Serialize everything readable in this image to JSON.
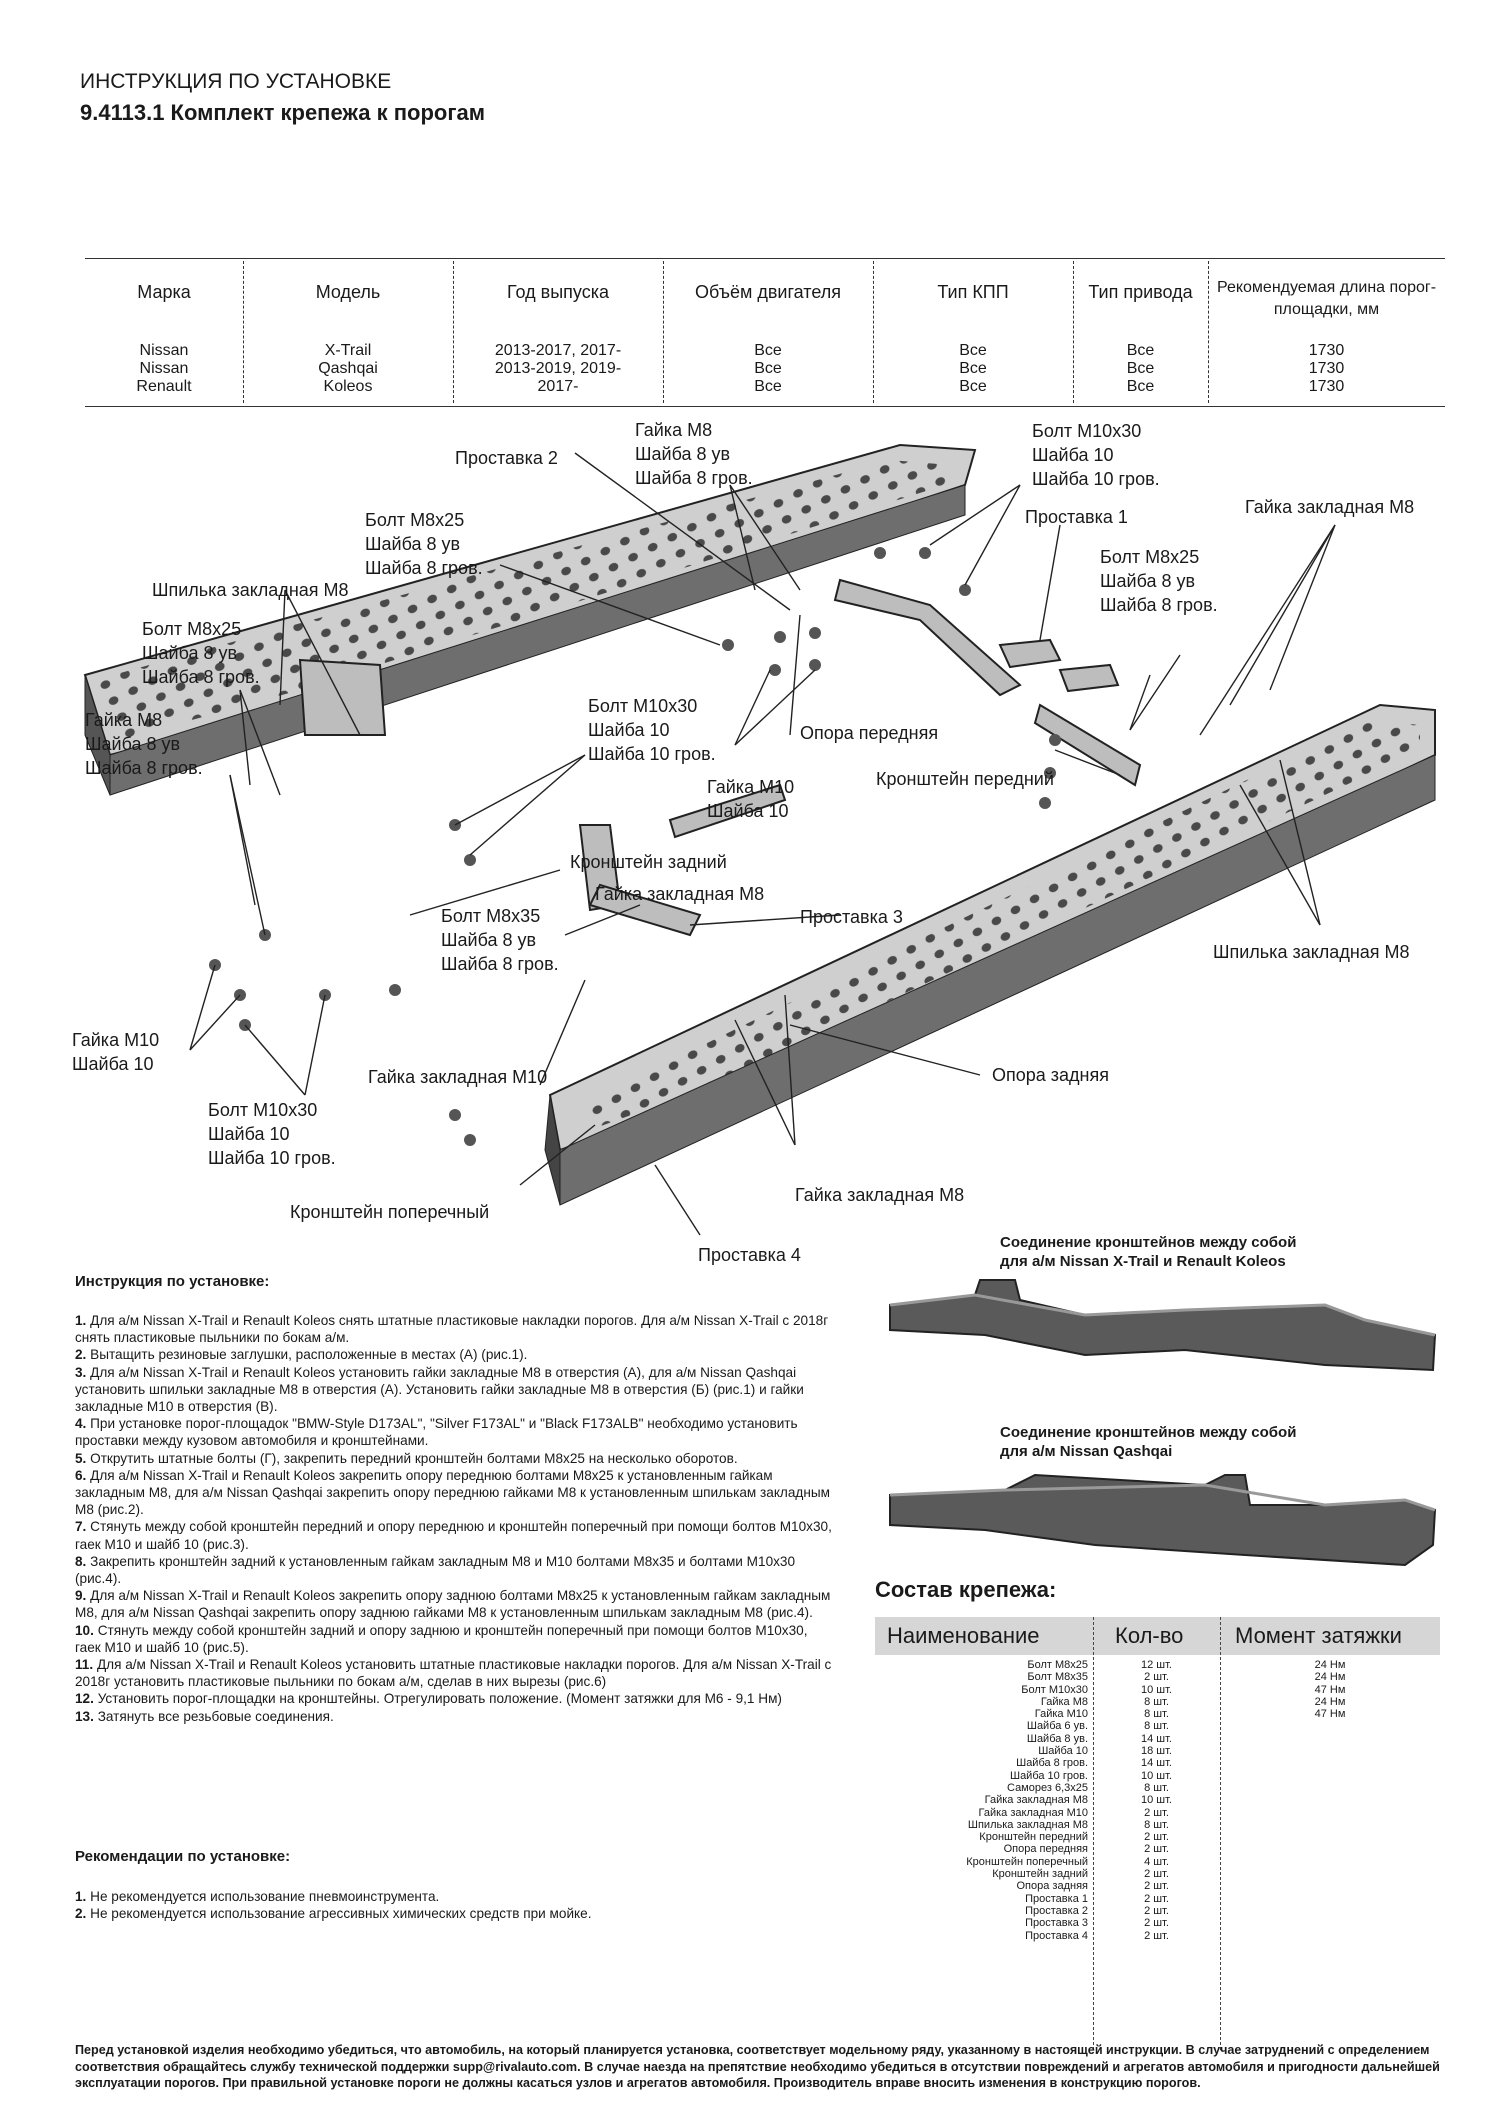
{
  "header": {
    "title": "ИНСТРУКЦИЯ ПО УСТАНОВКЕ",
    "subtitle": "9.4113.1 Комплект крепежа к порогам"
  },
  "models_table": {
    "headers": [
      "Марка",
      "Модель",
      "Год выпуска",
      "Объём двигателя",
      "Тип КПП",
      "Тип привода",
      "Рекомендуемая длина порог-площадки, мм"
    ],
    "rows": [
      [
        "Nissan",
        "X-Trail",
        "2013-2017, 2017-",
        "Все",
        "Все",
        "Все",
        "1730"
      ],
      [
        "Nissan",
        "Qashqai",
        "2013-2019, 2019-",
        "Все",
        "Все",
        "Все",
        "1730"
      ],
      [
        "Renault",
        "Koleos",
        "2017-",
        "Все",
        "Все",
        "Все",
        "1730"
      ]
    ]
  },
  "diagram_labels": {
    "prostavka2": "Проставка 2",
    "gaika_m8_top": "Гайка М8\nШайба 8 ув\nШайба 8 гров.",
    "bolt_m10x30_top": "Болт М10х30\nШайба 10\nШайба 10 гров.",
    "prostavka1": "Проставка 1",
    "gaika_zakl_m8_right": "Гайка закладная М8",
    "bolt_m8x25_top": "Болт М8х25\nШайба 8 ув\nШайба 8 гров.",
    "shpilka_zakl_left": "Шпилька закладная М8",
    "bolt_m8x25_right": "Болт М8х25\nШайба 8 ув\nШайба 8 гров.",
    "bolt_m8x25_left": "Болт М8х25\nШайба 8 ув\nШайба 8 гров.",
    "bolt_m10x30_mid": "Болт М10х30\nШайба 10\nШайба 10 гров.",
    "opora_perednyaya": "Опора передняя",
    "gaika_m8_left": "Гайка М8\nШайба 8 ув\nШайба 8 гров.",
    "gaika_m10_mid": "Гайка М10\nШайба 10",
    "kronshtein_peredniy": "Кронштейн передний",
    "kronshtein_zadniy": "Кронштейн задний",
    "gaika_zakl_m8_mid": "Гайка закладная М8",
    "prostavka3": "Проставка 3",
    "bolt_m8x35": "Болт М8х35\nШайба 8 ув\nШайба 8 гров.",
    "shpilka_zakl_right": "Шпилька закладная М8",
    "gaika_m10_left": "Гайка М10\nШайба 10",
    "gaika_zakl_m10": "Гайка закладная М10",
    "opora_zadnyaya": "Опора задняя",
    "bolt_m10x30_bottom": "Болт М10х30\nШайба 10\nШайба 10 гров.",
    "gaika_zakl_m8_bottom": "Гайка закладная М8",
    "kronshtein_poperechny": "Кронштейн поперечный",
    "prostavka4": "Проставка 4"
  },
  "connection": {
    "xtrail_koleos": "Соединение кронштейнов между собой\nдля а/м Nissan X-Trail и Renault Koleos",
    "qashqai": "Соединение кронштейнов между собой\nдля а/м Nissan Qashqai"
  },
  "instructions": {
    "title": "Инструкция по установке:",
    "steps": [
      {
        "n": "1.",
        "t": "Для а/м Nissan X-Trail и Renault Koleos снять штатные пластиковые накладки порогов. Для а/м Nissan X-Trail с 2018г снять пластиковые пыльники по бокам а/м."
      },
      {
        "n": "2.",
        "t": "Вытащить резиновые заглушки, расположенные в местах (А) (рис.1)."
      },
      {
        "n": "3.",
        "t": "Для а/м Nissan X-Trail и Renault Koleos установить гайки закладные М8 в отверстия (А), для а/м Nissan Qashqai установить шпильки закладные М8 в отверстия (А). Установить гайки закладные М8 в отверстия (Б) (рис.1) и гайки закладные М10 в отверстия (В)."
      },
      {
        "n": "4.",
        "t": "При установке порог-площадок \"BMW-Style D173AL\", \"Silver F173AL\" и \"Black F173ALB\" необходимо установить проставки между кузовом автомобиля и кронштейнами."
      },
      {
        "n": "5.",
        "t": "Открутить штатные болты (Г), закрепить передний кронштейн болтами М8х25 на несколько оборотов."
      },
      {
        "n": "6.",
        "t": "Для а/м Nissan X-Trail и Renault Koleos закрепить опору переднюю болтами М8х25 к установленным гайкам закладным М8, для а/м Nissan Qashqai закрепить опору переднюю гайками М8 к установленным шпилькам закладным М8 (рис.2)."
      },
      {
        "n": "7.",
        "t": "Стянуть между собой кронштейн передний и опору переднюю и кронштейн поперечный при помощи болтов М10х30, гаек М10 и шайб 10 (рис.3)."
      },
      {
        "n": "8.",
        "t": "Закрепить кронштейн задний к установленным гайкам закладным М8 и М10 болтами М8х35 и болтами М10х30 (рис.4)."
      },
      {
        "n": "9.",
        "t": "Для а/м Nissan X-Trail и Renault Koleos закрепить опору заднюю болтами М8х25 к установленным гайкам закладным М8, для а/м Nissan Qashqai закрепить опору заднюю гайками М8 к установленным шпилькам закладным М8 (рис.4)."
      },
      {
        "n": "10.",
        "t": "Стянуть между собой кронштейн задний и опору заднюю и кронштейн поперечный при помощи болтов М10х30, гаек М10 и шайб 10 (рис.5)."
      },
      {
        "n": "11.",
        "t": "Для а/м Nissan X-Trail и Renault Koleos установить штатные пластиковые накладки порогов. Для а/м Nissan X-Trail с 2018г установить пластиковые пыльники по бокам а/м, сделав в них вырезы (рис.6)"
      },
      {
        "n": "12.",
        "t": "Установить порог-площадки на кронштейны. Отрегулировать положение. (Момент затяжки для М6 - 9,1 Нм)"
      },
      {
        "n": "13.",
        "t": "Затянуть все резьбовые соединения."
      }
    ]
  },
  "recommendations": {
    "title": "Рекомендации по установке:",
    "items": [
      {
        "n": "1.",
        "t": "Не рекомендуется использование пневмоинструмента."
      },
      {
        "n": "2.",
        "t": "Не рекомендуется использование агрессивных химических средств при мойке."
      }
    ]
  },
  "fasteners": {
    "title": "Состав крепежа:",
    "headers": [
      "Наименование",
      "Кол-во",
      "Момент затяжки"
    ],
    "rows": [
      [
        "Болт М8х25",
        "12 шт.",
        "24 Нм"
      ],
      [
        "Болт М8х35",
        "2 шт.",
        "24 Нм"
      ],
      [
        "Болт М10х30",
        "10 шт.",
        "47 Нм"
      ],
      [
        "Гайка М8",
        "8 шт.",
        "24 Нм"
      ],
      [
        "Гайка М10",
        "8 шт.",
        "47 Нм"
      ],
      [
        "Шайба 6 ув.",
        "8 шт.",
        ""
      ],
      [
        "Шайба 8 ув.",
        "14 шт.",
        ""
      ],
      [
        "Шайба 10",
        "18 шт.",
        ""
      ],
      [
        "Шайба 8 гров.",
        "14 шт.",
        ""
      ],
      [
        "Шайба 10 гров.",
        "10 шт.",
        ""
      ],
      [
        "Саморез 6,3х25",
        "8 шт.",
        ""
      ],
      [
        "Гайка закладная М8",
        "10 шт.",
        ""
      ],
      [
        "Гайка закладная М10",
        "2 шт.",
        ""
      ],
      [
        "Шпилька закладная М8",
        "8 шт.",
        ""
      ],
      [
        "Кронштейн передний",
        "2 шт.",
        ""
      ],
      [
        "Опора передняя",
        "2 шт.",
        ""
      ],
      [
        "Кронштейн поперечный",
        "4 шт.",
        ""
      ],
      [
        "Кронштейн задний",
        "2 шт.",
        ""
      ],
      [
        "Опора задняя",
        "2 шт.",
        ""
      ],
      [
        "Проставка 1",
        "2 шт.",
        ""
      ],
      [
        "Проставка 2",
        "2 шт.",
        ""
      ],
      [
        "Проставка 3",
        "2 шт.",
        ""
      ],
      [
        "Проставка 4",
        "2 шт.",
        ""
      ]
    ]
  },
  "footer": "Перед установкой изделия необходимо убедиться, что автомобиль, на который планируется установка, соответствует модельному ряду, указанному в настоящей инструкции. В случае затруднений с определением соответствия обращайтесь службу технической поддержки supp@rivalauto.com. В случае наезда на препятствие необходимо убедиться в отсутствии повреждений и агрегатов автомобиля и пригодности дальнейшей эксплуатации порогов. При правильной установке пороги не должны касаться узлов и агрегатов автомобиля. Производитель вправе вносить изменения в конструкцию порогов."
}
